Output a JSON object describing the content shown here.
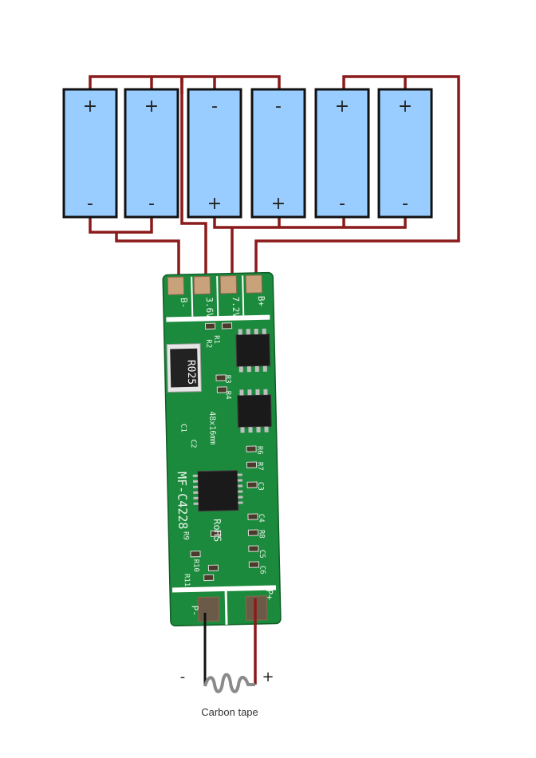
{
  "battery_cells": [
    {
      "id": "cell-1",
      "top_sign": "+",
      "bottom_sign": "-"
    },
    {
      "id": "cell-2",
      "top_sign": "+",
      "bottom_sign": "-"
    },
    {
      "id": "cell-3",
      "top_sign": "-",
      "bottom_sign": "+"
    },
    {
      "id": "cell-4",
      "top_sign": "-",
      "bottom_sign": "+"
    },
    {
      "id": "cell-5",
      "top_sign": "+",
      "bottom_sign": "-"
    },
    {
      "id": "cell-6",
      "top_sign": "+",
      "bottom_sign": "-"
    }
  ],
  "pcb": {
    "pads_top": [
      "B-",
      "3.6V",
      "7.2V",
      "B+"
    ],
    "pads_bottom": [
      "P-",
      "P+"
    ],
    "resistor_marking": "R025",
    "board_label": "MF-C4228",
    "size_label": "48x16mm",
    "rohs_label": "RoHS",
    "component_labels": [
      "R1",
      "R2",
      "R3",
      "R4",
      "R6",
      "R7",
      "R8",
      "R9",
      "R10",
      "R11",
      "C1",
      "C2",
      "C3",
      "C4",
      "C5",
      "C6"
    ]
  },
  "load": {
    "minus_label": "-",
    "plus_label": "+",
    "caption": "Carbon tape"
  },
  "colors": {
    "cell_fill": "#99ccff",
    "wire": "#8b1a1a",
    "pcb_green": "#1c8a3c"
  }
}
